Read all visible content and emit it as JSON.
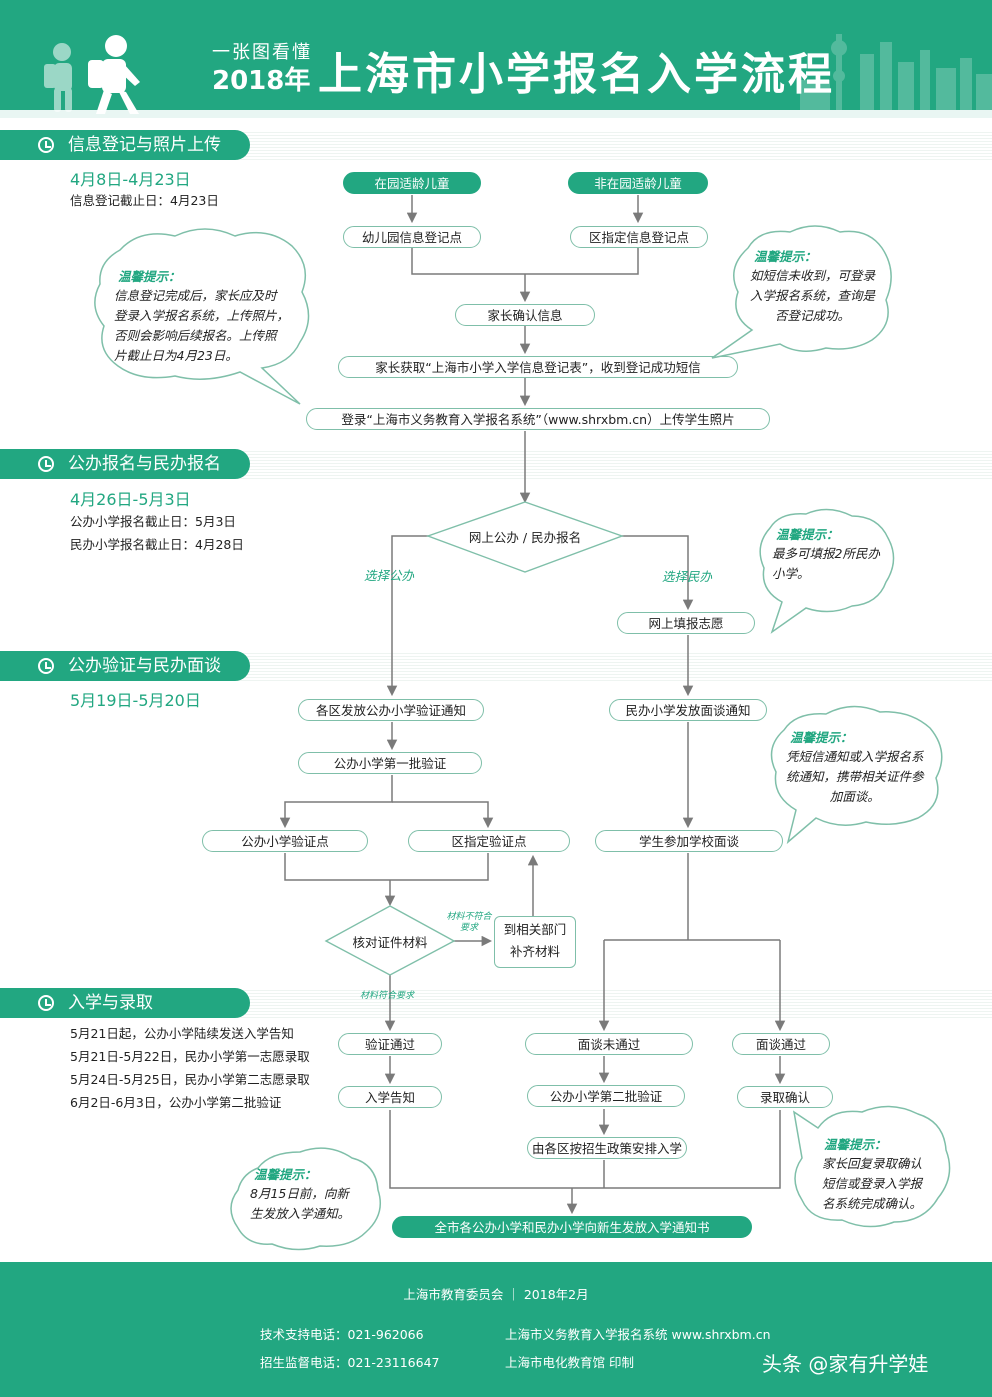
{
  "header": {
    "subtitle": "一张图看懂",
    "year": "2018年",
    "title": "上海市小学报名入学流程"
  },
  "sections": [
    {
      "title": "信息登记与照片上传",
      "date": "4月8日-4月23日",
      "notes": [
        "信息登记截止日：4月23日"
      ]
    },
    {
      "title": "公办报名与民办报名",
      "date": "4月26日-5月3日",
      "notes": [
        "公办小学报名截止日：5月3日",
        "民办小学报名截止日：4月28日"
      ]
    },
    {
      "title": "公办验证与民办面谈",
      "date": "5月19日-5月20日",
      "notes": []
    },
    {
      "title": "入学与录取",
      "date": "",
      "notes": [
        "5月21日起，公办小学陆续发送入学告知",
        "5月21日-5月22日，民办小学第一志愿录取",
        "5月24日-5月25日，民办小学第二志愿录取",
        "6月2日-6月3日，公办小学第二批验证"
      ]
    }
  ],
  "flow": {
    "in_kindergarten": "在园适龄儿童",
    "not_in_kindergarten": "非在园适龄儿童",
    "kg_register": "幼儿园信息登记点",
    "district_register": "区指定信息登记点",
    "parent_confirm": "家长确认信息",
    "get_form": "家长获取“上海市小学入学信息登记表”，收到登记成功短信",
    "upload_photo": "登录“上海市义务教育入学报名系统”（www.shrxbm.cn）上传学生照片",
    "online_apply": "网上公办 / 民办报名",
    "choose_public": "选择公办",
    "choose_private": "选择民办",
    "fill_wish": "网上填报志愿",
    "public_notice": "各区发放公办小学验证通知",
    "private_notice": "民办小学发放面谈通知",
    "first_verify": "公办小学第一批验证",
    "verify_point": "公办小学验证点",
    "district_verify": "区指定验证点",
    "interview": "学生参加学校面谈",
    "check_docs": "核对证件材料",
    "docs_fail": "材料不符合要求",
    "supplement": [
      "到相关部门",
      "补齐材料"
    ],
    "docs_ok": "材料符合要求",
    "verify_pass": "验证通过",
    "interview_fail": "面谈未通过",
    "interview_pass": "面谈通过",
    "admission_notice": "入学告知",
    "second_verify": "公办小学第二批验证",
    "enroll_confirm": "录取确认",
    "district_arrange": "由各区按招生政策安排入学",
    "final_notice": "全市各公办小学和民办小学向新生发放入学通知书"
  },
  "tips": {
    "title": "温馨提示：",
    "t1": [
      "信息登记完成后，家长应及时",
      "登录入学报名系统，上传照片，",
      "否则会影响后续报名。上传照",
      "片截止日为4月23日。"
    ],
    "t2": [
      "如短信未收到，可登录",
      "入学报名系统，查询是",
      "否登记成功。"
    ],
    "t3": [
      "最多可填报2所民办",
      "小学。"
    ],
    "t4": [
      "凭短信通知或入学报名系",
      "统通知，携带相关证件参",
      "加面谈。"
    ],
    "t5": [
      "8月15日前，向新",
      "生发放入学通知。"
    ],
    "t6": [
      "家长回复录取确认",
      "短信或登录入学报",
      "名系统完成确认。"
    ]
  },
  "footer": {
    "issuer": "上海市教育委员会 ｜ 2018年2月",
    "support": "技术支持电话：021-962066",
    "system": "上海市义务教育入学报名系统 www.shrxbm.cn",
    "supervise": "招生监督电话：021-23116647",
    "printer": "上海市电化教育馆 印制",
    "watermark": "头条 @家有升学娃"
  },
  "colors": {
    "brand": "#22a781",
    "line": "#7a7a7a",
    "border": "#7fbfa9"
  },
  "icons": [
    "clock-icon",
    "children-icon",
    "skyline-icon"
  ]
}
